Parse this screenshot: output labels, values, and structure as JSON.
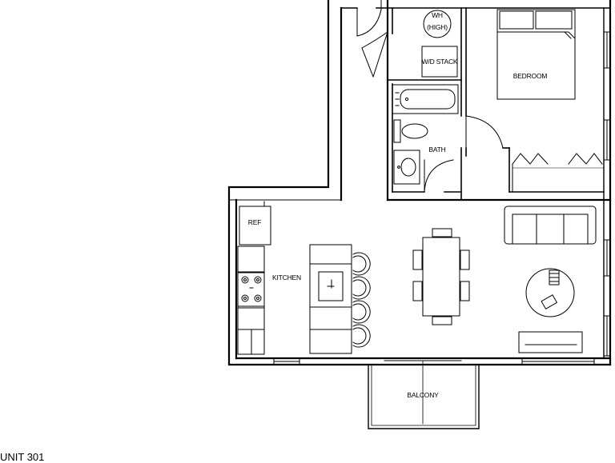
{
  "plan": {
    "rooms": {
      "wh": "WH",
      "wh_sub": "(HIGH)",
      "wd": "W/D STACK",
      "bedroom": "BEDROOM",
      "bath": "BATH",
      "ref": "REF",
      "kitchen": "KITCHEN",
      "balcony": "BALCONY"
    },
    "unit": "UNIT 301"
  }
}
